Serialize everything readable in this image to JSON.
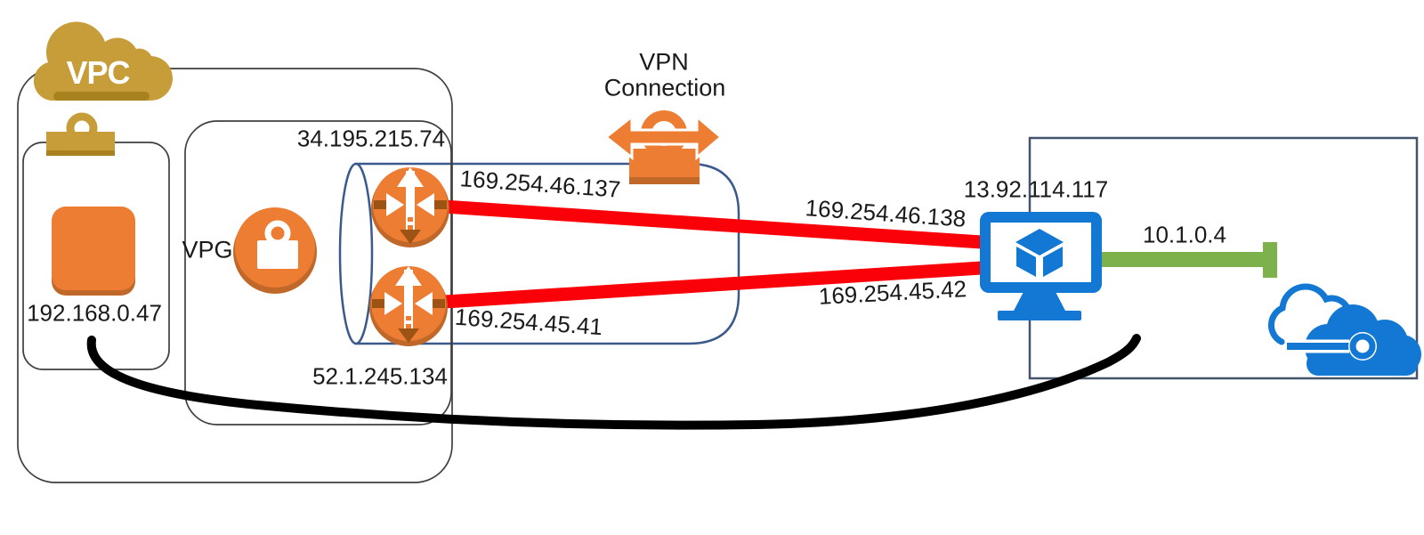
{
  "diagram": {
    "title_hint": "AWS VPC to Azure VNet site-to-site VPN diagram",
    "labels": {
      "vpc": "VPC",
      "instance_ip": "192.168.0.47",
      "vpg": "VPG",
      "vpg_public_ip_tunnel1": "34.195.215.74",
      "vpg_public_ip_tunnel2": "52.1.245.134",
      "aws_inside_ip_tunnel1": "169.254.46.137",
      "aws_inside_ip_tunnel2": "169.254.45.41",
      "vpn_line1": "VPN",
      "vpn_line2": "Connection",
      "azure_inside_ip_tunnel1": "169.254.46.138",
      "azure_inside_ip_tunnel2": "169.254.45.42",
      "azure_vm_public_ip": "13.92.114.117",
      "azure_vm_private_ip": "10.1.0.4"
    },
    "icons": [
      "vpc-cloud-icon",
      "padlock-icon",
      "instance-icon",
      "vpg-lock-icon",
      "router-icon-tunnel1",
      "router-icon-tunnel2",
      "vpn-connection-icon",
      "azure-vm-icon",
      "azure-cloud-icon"
    ],
    "colors": {
      "orange": "#EC7D33",
      "orange_shadow": "#C0682A",
      "arrow_brown": "#9C5313",
      "gold": "#C79D3A",
      "gold_shadow": "#A8821F",
      "red_link": "#FA0008",
      "green_link": "#7CB14C",
      "azure_blue": "#1278D4",
      "tunnel_stroke": "#3A5A8E",
      "box_stroke": "#3F3F3F",
      "azure_box_stroke": "#44546A",
      "text": "#1A1A1A",
      "vpc_text": "#FFFFFF",
      "flow_curve": "#000000"
    }
  }
}
